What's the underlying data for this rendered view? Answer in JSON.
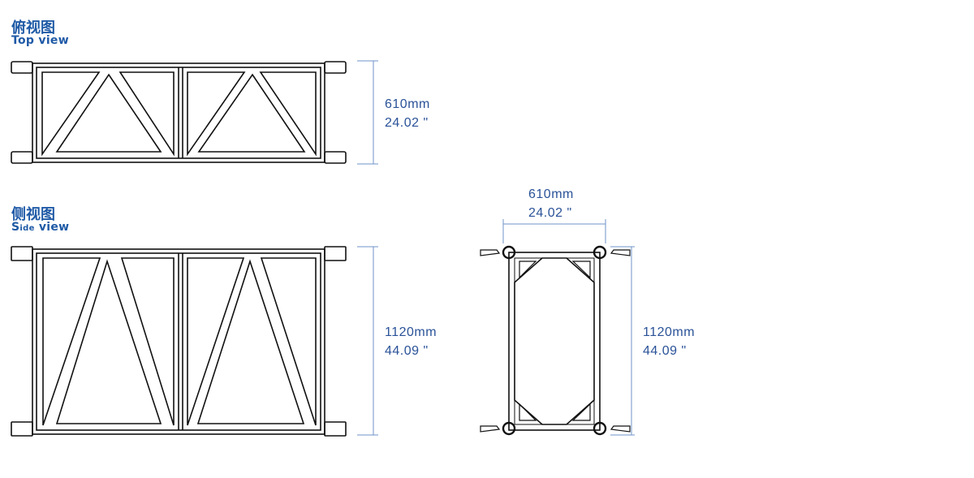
{
  "top_view": {
    "title_cn": "俯视图",
    "title_en": "Top view",
    "dim_metric": "610mm",
    "dim_imperial": "24.02 \""
  },
  "side_view": {
    "title_cn": "侧视图",
    "title_en_first": "S",
    "title_en_small": "ide",
    "title_en_rest": " view",
    "dim_metric": "1120mm",
    "dim_imperial": "44.09 \""
  },
  "section_view": {
    "width_metric": "610mm",
    "width_imperial": "24.02 \"",
    "height_metric": "1120mm",
    "height_imperial": "44.09 \""
  },
  "colors": {
    "heading": "#1f5aa6",
    "dimension_text": "#2a5298",
    "dimension_line": "#6f93c8",
    "drawing": "#111111"
  }
}
